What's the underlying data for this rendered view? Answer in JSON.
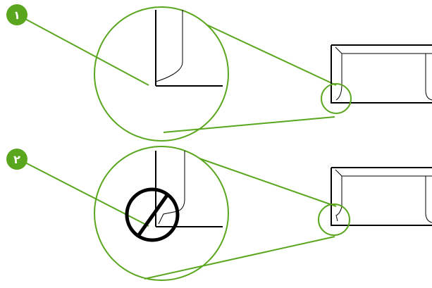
{
  "colors": {
    "accent_green": "#5aa61e",
    "line_dark": "#000000",
    "background": "#ffffff"
  },
  "callouts": [
    {
      "label": "١",
      "meaning": "acceptable-envelope-corner",
      "icon": "good-corner-magnifier"
    },
    {
      "label": "٢",
      "meaning": "unacceptable-envelope-corner",
      "icon": "prohibited-corner-magnifier"
    }
  ]
}
